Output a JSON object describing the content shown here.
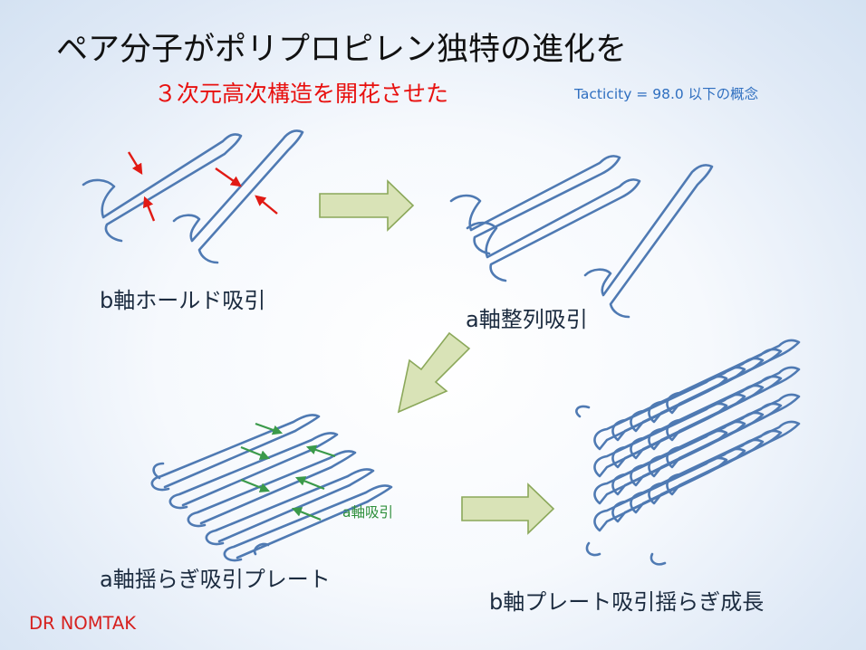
{
  "title": "ペア分子がポリプロピレン独特の進化を",
  "subtitle": "３次元高次構造を開花させた",
  "tacticity_note": "Tacticity = 98.0 以下の概念",
  "captions": {
    "b_axis_hold": "b軸ホールド吸引",
    "a_axis_align": "a軸整列吸引",
    "a_axis_sway_plate": "a軸揺らぎ吸引プレート",
    "b_axis_plate_growth": "b軸プレート吸引揺らぎ成長"
  },
  "a_axis_attraction_label": "a軸吸引",
  "credit": "DR NOMTAK",
  "colors": {
    "molecule": "#4f7ab3",
    "title": "#111111",
    "subtitle": "#e8110f",
    "note": "#2f6fc0",
    "hold_arrows": "#e11a14",
    "attraction_arrows": "#3a9a4a",
    "block_arrow_fill": "#d9e3b7",
    "credit": "#d6211f"
  },
  "icons": [
    "red-pinch-arrow-icon",
    "green-attraction-arrow-icon",
    "block-arrow-icon"
  ]
}
